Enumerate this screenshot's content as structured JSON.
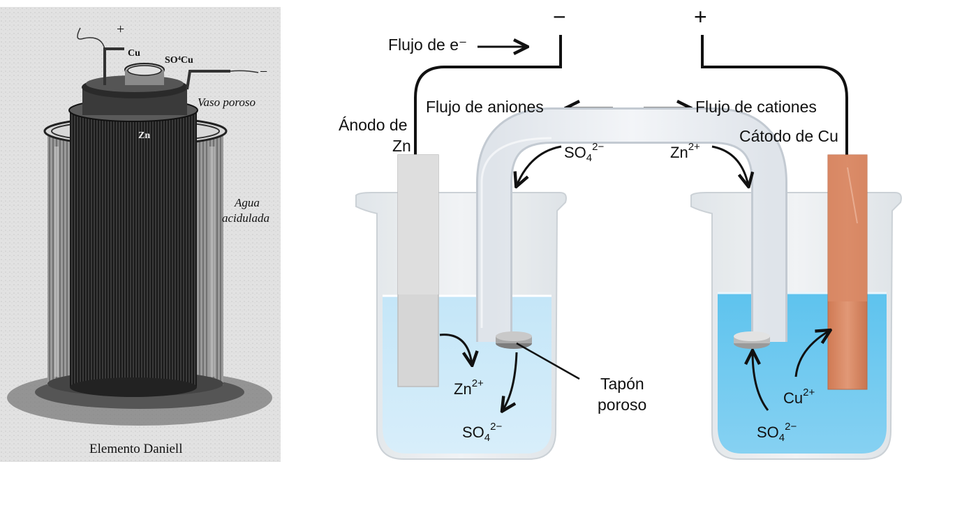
{
  "engraving": {
    "caption": "Elemento Daniell",
    "label_porous_vessel": "Vaso poroso",
    "label_acidulated_water_1": "Agua",
    "label_acidulated_water_2": "acidulada",
    "label_cu": "Cu",
    "label_so4cu": "SO⁴Cu",
    "label_zn": "Zn",
    "label_plus": "+",
    "label_minus": "−"
  },
  "diagram": {
    "minus_sign": "−",
    "plus_sign": "+",
    "electron_flow": "Flujo de e⁻",
    "anion_flow": "Flujo de aniones",
    "cation_flow": "Flujo de cationes",
    "anode_line1": "Ánodo de",
    "anode_line2": "Zn",
    "cathode": "Cátodo de Cu",
    "porous_plug_line1": "Tapón",
    "porous_plug_line2": "poroso",
    "ions": {
      "so4_base": "SO",
      "so4_sub": "4",
      "so4_sup": "2−",
      "zn_base": "Zn",
      "zn_sup": "2+",
      "cu_base": "Cu",
      "cu_sup": "2+"
    }
  },
  "colors": {
    "solution": "#bfe3f7",
    "solution_right": "#62c3ec",
    "copper": "#d4825f",
    "zinc": "#d9d9d9",
    "glass": "#e8ecef"
  }
}
